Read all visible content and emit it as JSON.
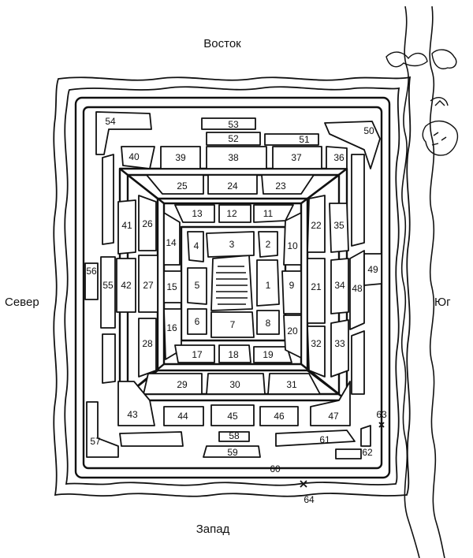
{
  "directions": {
    "north": "Север",
    "south": "Юг",
    "east": "Восток",
    "west": "Запад"
  },
  "blocks": {
    "b1": "1",
    "b2": "2",
    "b3": "3",
    "b4": "4",
    "b5": "5",
    "b6": "6",
    "b7": "7",
    "b8": "8",
    "b9": "9",
    "b10": "10",
    "b11": "11",
    "b12": "12",
    "b13": "13",
    "b14": "14",
    "b15": "15",
    "b16": "16",
    "b17": "17",
    "b18": "18",
    "b19": "19",
    "b20": "20",
    "b21": "21",
    "b22": "22",
    "b23": "23",
    "b24": "24",
    "b25": "25",
    "b26": "26",
    "b27": "27",
    "b28": "28",
    "b29": "29",
    "b30": "30",
    "b31": "31",
    "b32": "32",
    "b33": "33",
    "b34": "34",
    "b35": "35",
    "b36": "36",
    "b37": "37",
    "b38": "38",
    "b39": "39",
    "b40": "40",
    "b41": "41",
    "b42": "42",
    "b43": "43",
    "b44": "44",
    "b45": "45",
    "b46": "46",
    "b47": "47",
    "b48": "48",
    "b49": "49",
    "b50": "50",
    "b51": "51",
    "b52": "52",
    "b53": "53",
    "b54": "54",
    "b55": "55",
    "b56": "56",
    "b57": "57",
    "b58": "58",
    "b59": "59",
    "b60": "60",
    "b61": "61",
    "b62": "62"
  },
  "markers": {
    "m63": "63",
    "m64": "64"
  }
}
